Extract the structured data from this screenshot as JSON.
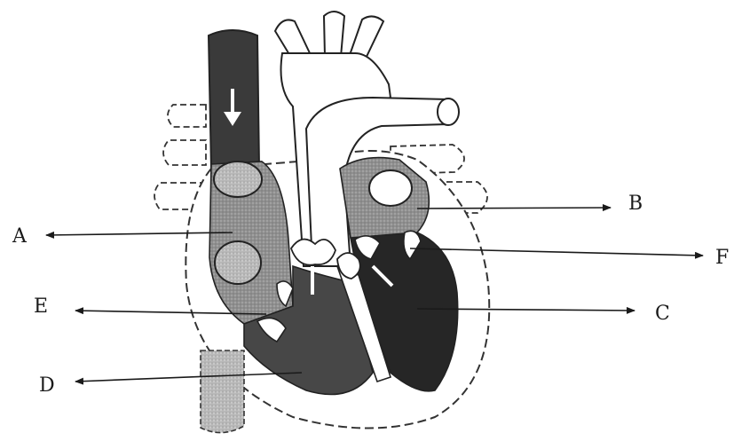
{
  "labels": {
    "a": "A",
    "b": "B",
    "c": "C",
    "d": "D",
    "e": "E",
    "f": "F"
  },
  "colors": {
    "deoxygenated_shade": "#9a9a9a",
    "oxygenated_shade": "#2a2a2a",
    "outline": "#222222",
    "background": "#ffffff"
  },
  "icons": {
    "flow_arrow": "down-arrow-icon"
  }
}
